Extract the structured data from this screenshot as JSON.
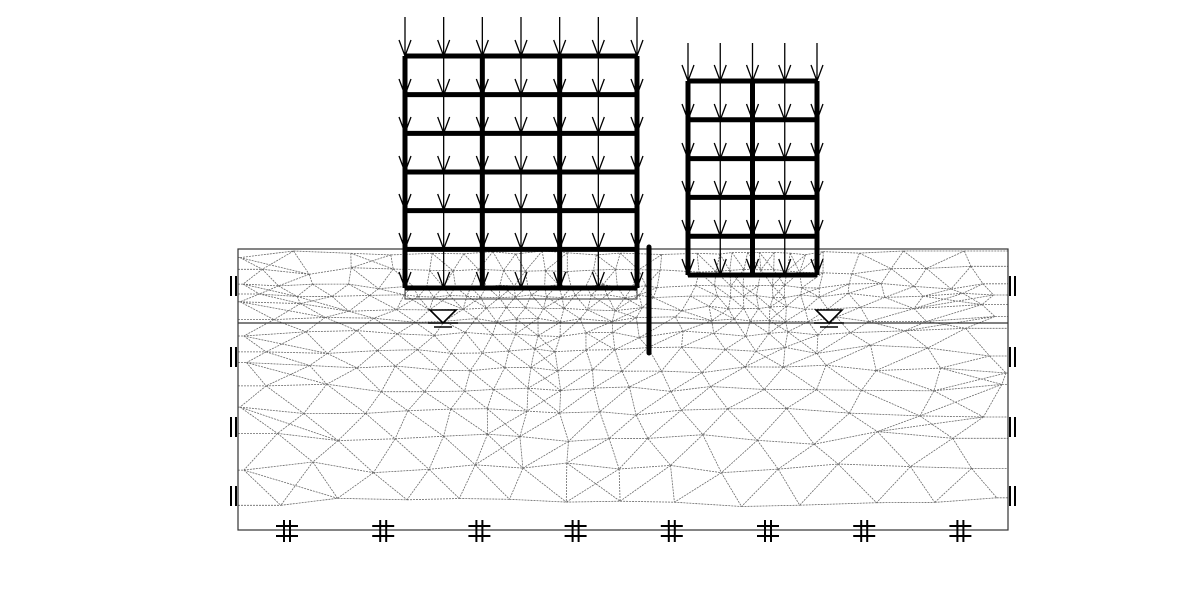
{
  "diagram": {
    "type": "finite-element-model",
    "colors": {
      "background": "#ffffff",
      "mesh": "#6a6a6a",
      "boundary": "#333333",
      "structure": "#000000"
    },
    "icons": {
      "roller_support": "roller-support-icon",
      "fixed_support": "fixed-support-icon",
      "water_table": "water-table-icon",
      "load_arrow": "load-arrow-icon"
    },
    "buildings": [
      {
        "name": "building-left",
        "bays": 3,
        "storeys": 6,
        "loaded_columns": 7
      },
      {
        "name": "building-right",
        "bays": 2,
        "storeys": 5,
        "loaded_columns": 5
      }
    ],
    "soil_layers": 2,
    "roller_supports_per_side": 4,
    "fixed_supports_bottom": 8,
    "water_tables": 2
  }
}
